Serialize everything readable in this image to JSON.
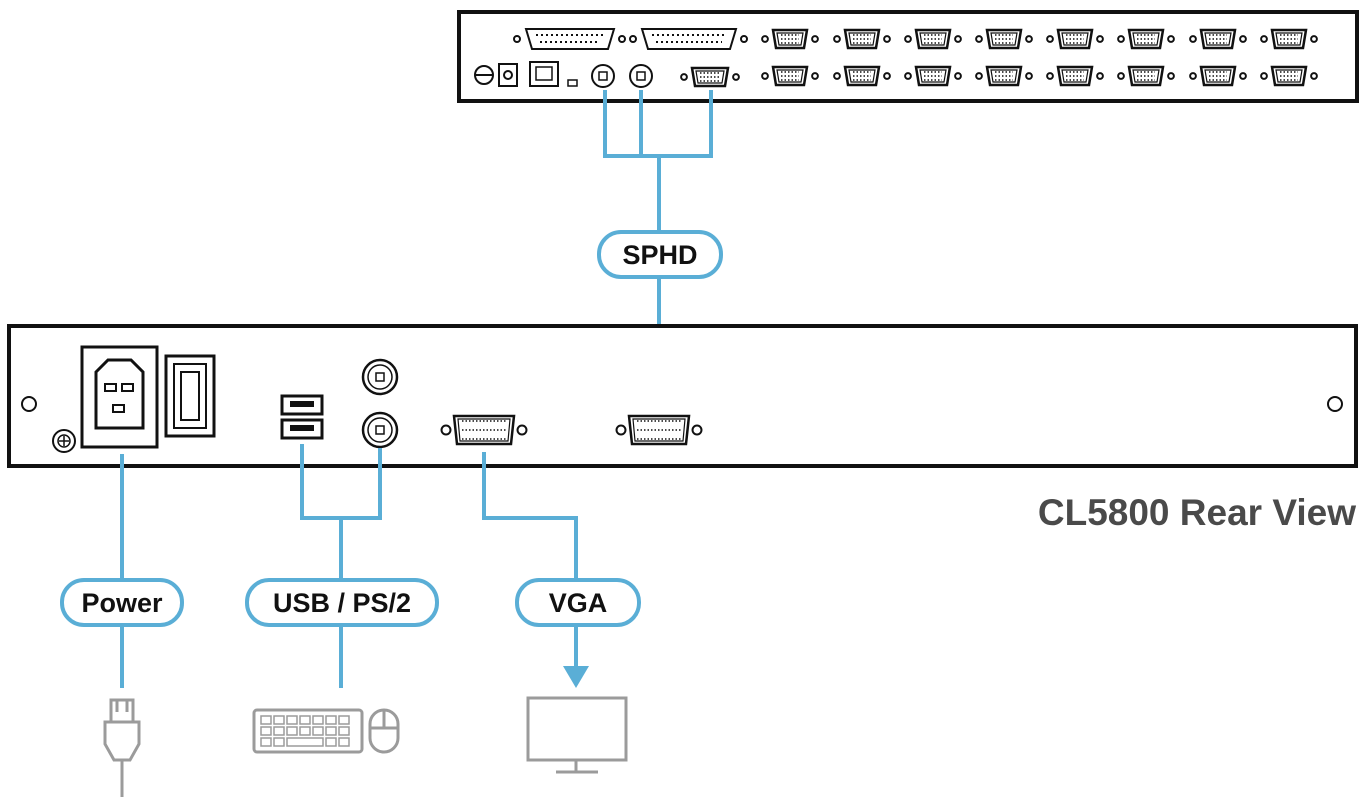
{
  "diagram": {
    "caption": "CL5800 Rear View",
    "labels": {
      "sphd": "SPHD",
      "power": "Power",
      "usb_ps2": "USB / PS/2",
      "vga": "VGA"
    },
    "colors": {
      "line": "#5aaed6",
      "pill_border": "#5aaed6",
      "device_outline": "#111111",
      "peripheral_icon": "#9b9b9b",
      "caption": "#4a4a4a"
    },
    "icons": [
      "power-plug-icon",
      "keyboard-icon",
      "mouse-icon",
      "monitor-icon"
    ]
  }
}
